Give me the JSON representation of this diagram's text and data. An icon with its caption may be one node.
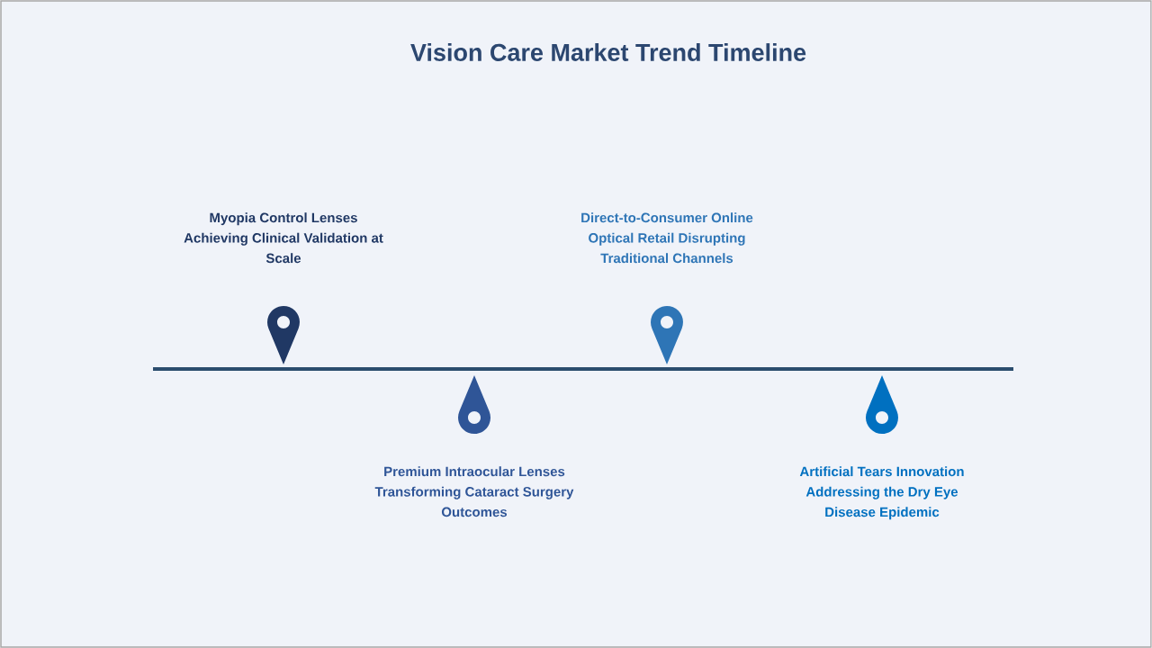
{
  "diagram": {
    "title": "Vision Care Market Trend Timeline",
    "labels": [
      "Myopia Control Lenses Achieving Clinical Validation at Scale",
      "Premium Intraocular Lenses Transforming Cataract Surgery Outcomes",
      "Direct-to-Consumer Online Optical Retail Disrupting Traditional Channels",
      "Artificial Tears Innovation Addressing the Dry Eye Disease Epidemic"
    ]
  }
}
